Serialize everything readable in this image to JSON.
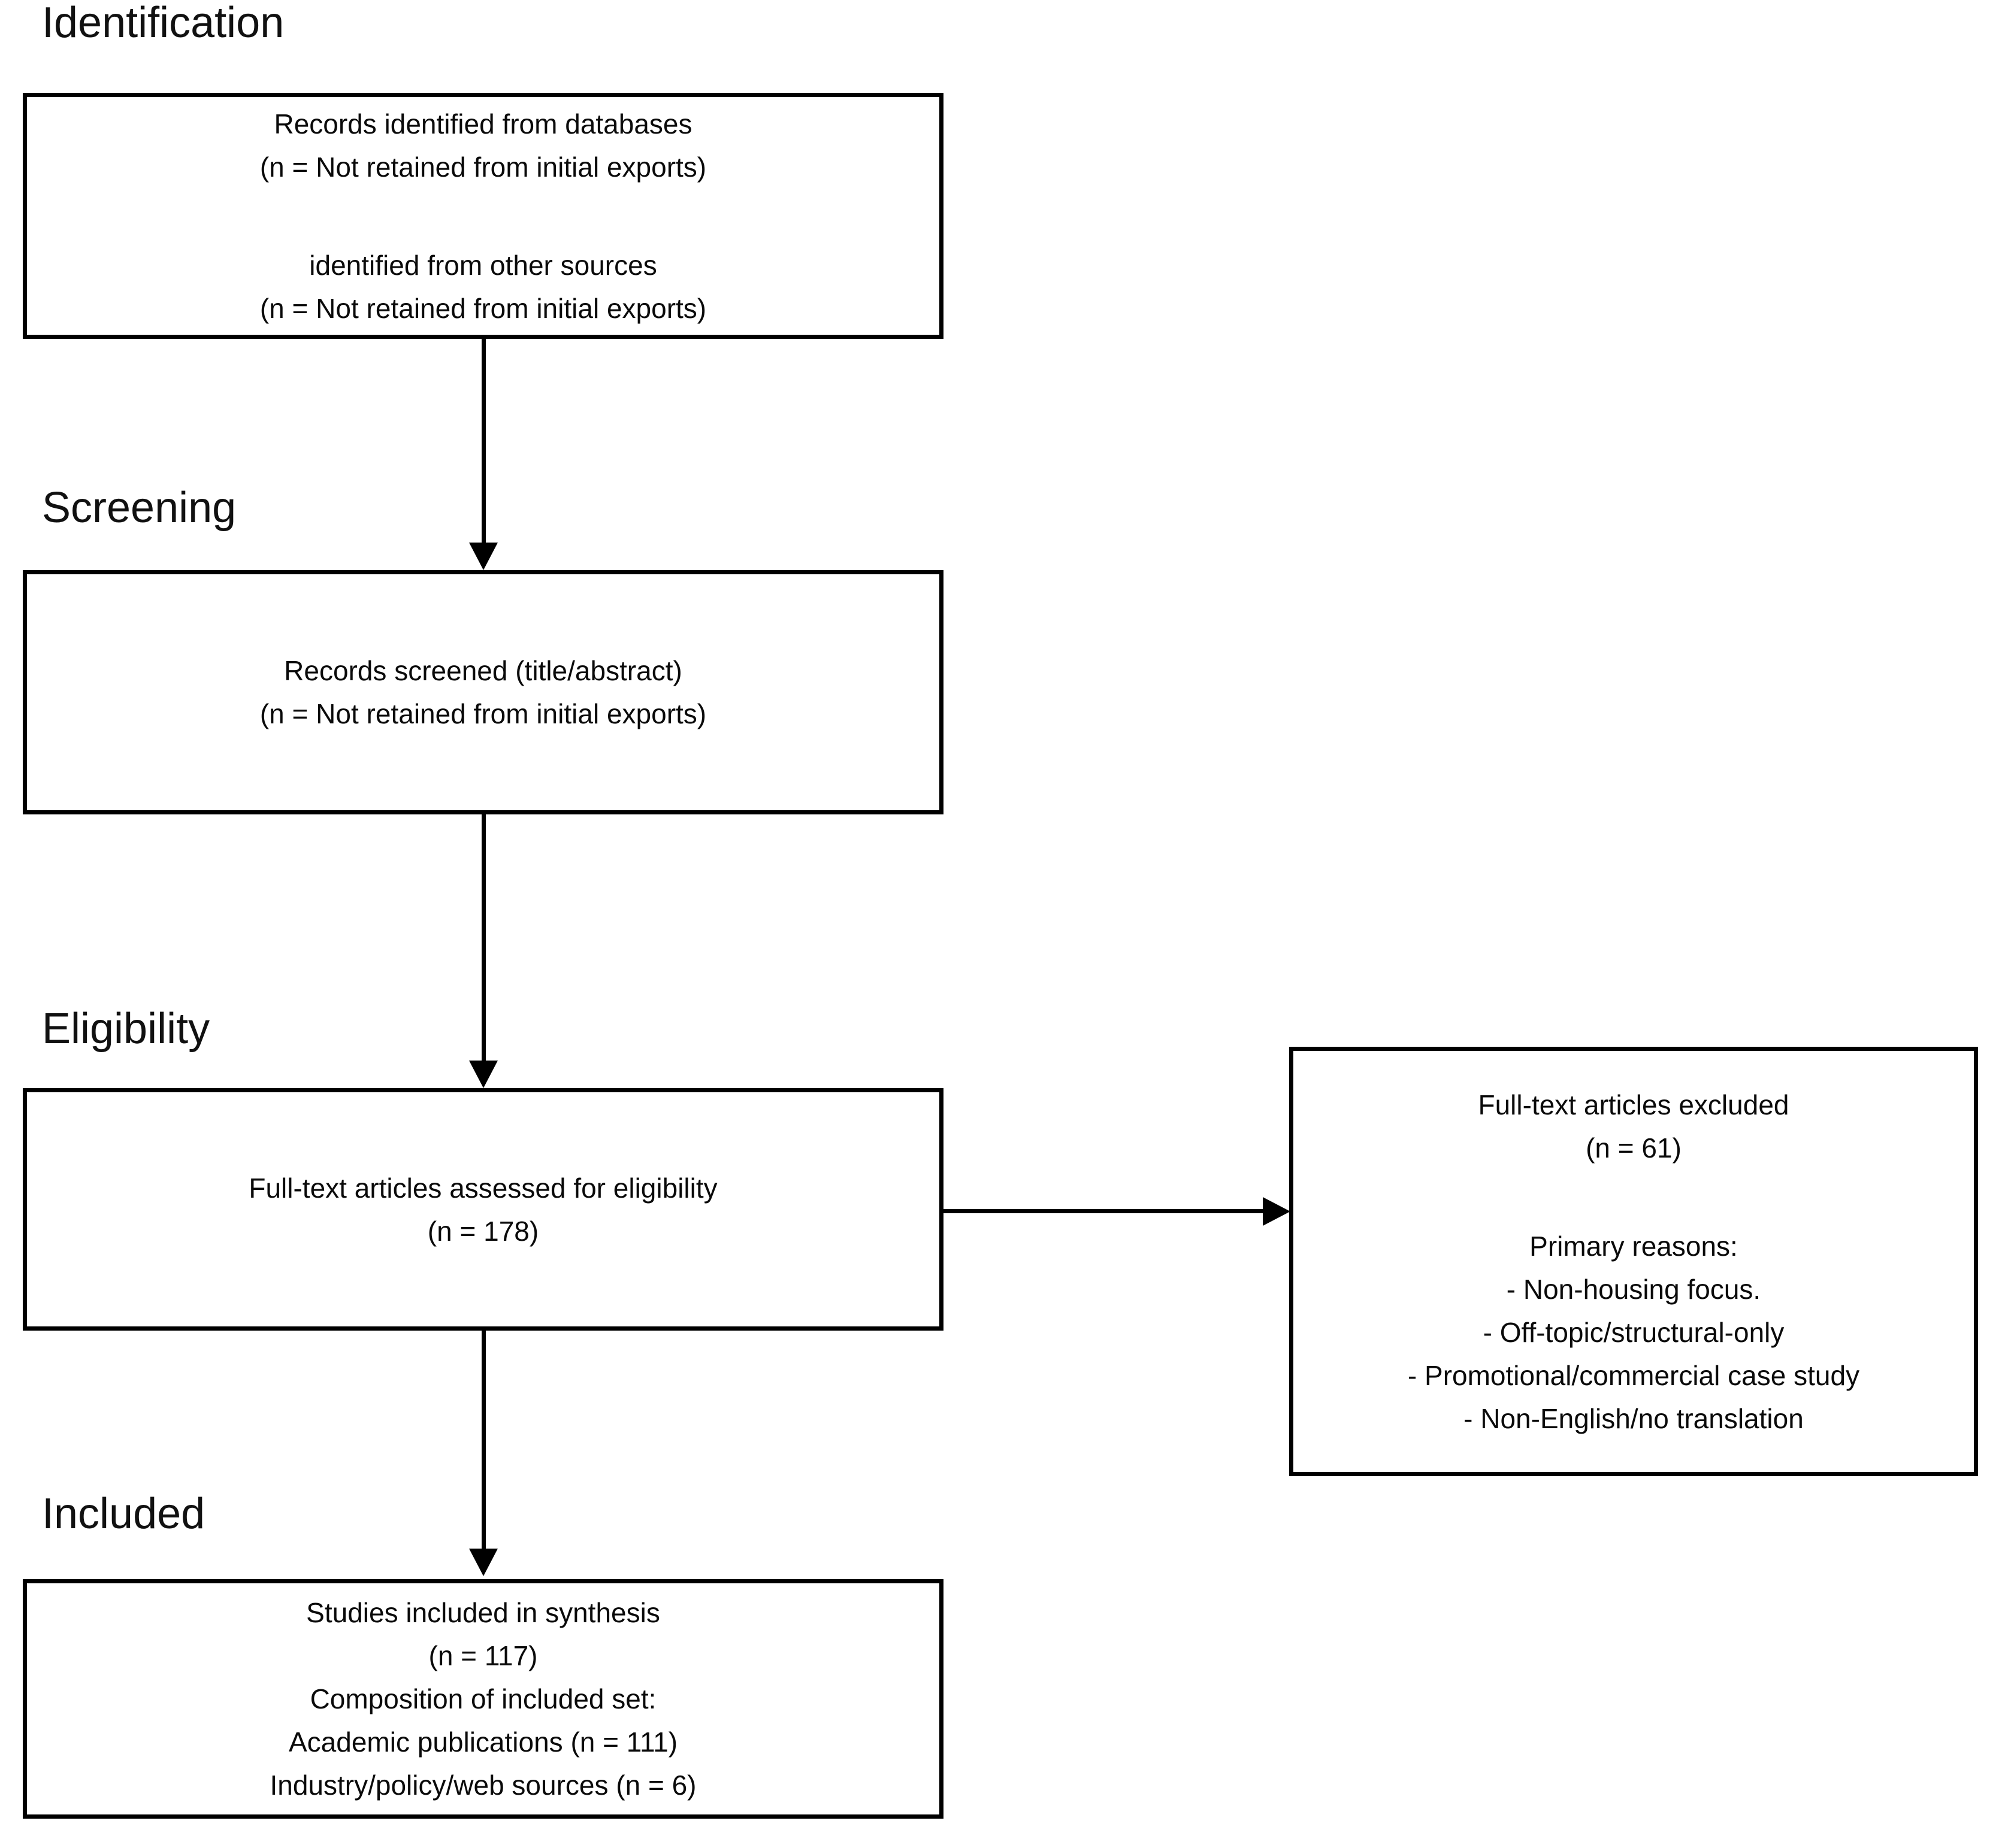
{
  "diagram": {
    "type": "prisma-flow-diagram",
    "stages": [
      {
        "id": "identification",
        "label": "Identification"
      },
      {
        "id": "screening",
        "label": "Screening"
      },
      {
        "id": "eligibility",
        "label": "Eligibility"
      },
      {
        "id": "included",
        "label": "Included"
      }
    ],
    "boxes": {
      "identification": {
        "lines": [
          "Records identified from databases",
          "(n = Not retained from initial exports)",
          "identified from other sources",
          "(n = Not retained from initial exports)"
        ]
      },
      "screening": {
        "lines": [
          "Records screened (title/abstract)",
          "(n = Not retained from initial exports)"
        ]
      },
      "eligibility": {
        "lines": [
          "Full-text articles assessed for eligibility",
          "(n = 178)"
        ]
      },
      "excluded": {
        "lines": [
          "Full-text articles excluded",
          "(n = 61)",
          "Primary reasons:",
          "- Non-housing focus.",
          "- Off-topic/structural-only",
          "- Promotional/commercial case study",
          "- Non-English/no translation"
        ]
      },
      "included": {
        "lines": [
          "Studies included in synthesis",
          "(n = 117)",
          "Composition of included set:",
          "Academic publications (n = 111)",
          "Industry/policy/web sources (n = 6)"
        ]
      }
    },
    "connectors": [
      {
        "id": "identification-to-screening",
        "direction": "down"
      },
      {
        "id": "screening-to-eligibility",
        "direction": "down"
      },
      {
        "id": "eligibility-to-excluded",
        "direction": "right"
      },
      {
        "id": "eligibility-to-included",
        "direction": "down"
      }
    ],
    "colors": {
      "stroke": "#000000",
      "background": "#ffffff",
      "text": "#0a0a0a"
    }
  }
}
